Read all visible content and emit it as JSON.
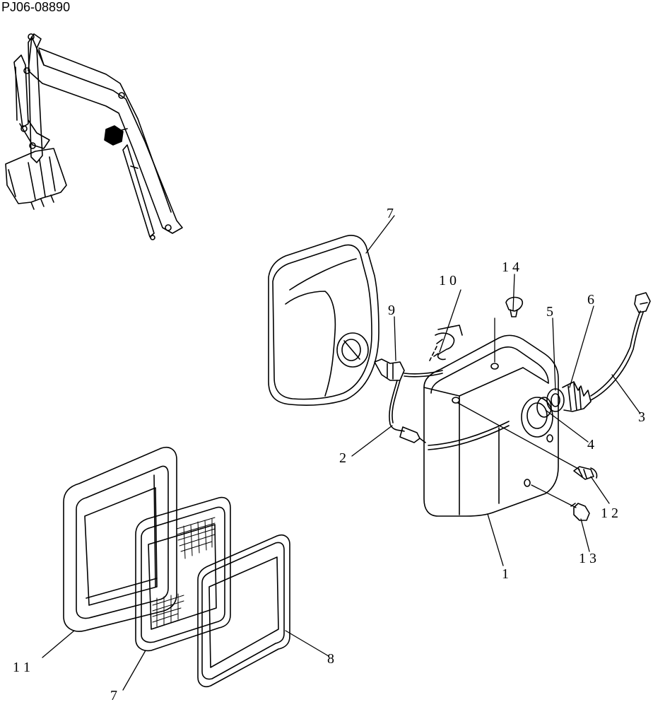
{
  "document_code": "PJ06-08890",
  "callouts": {
    "c1": "1",
    "c2": "2",
    "c3": "3",
    "c4": "4",
    "c5": "5",
    "c6": "6",
    "c7a": "7",
    "c7b": "7",
    "c8": "8",
    "c9": "9",
    "c10": "1 0",
    "c11": "1 1",
    "c12": "1 2",
    "c13": "1 3",
    "c14": "1 4"
  }
}
